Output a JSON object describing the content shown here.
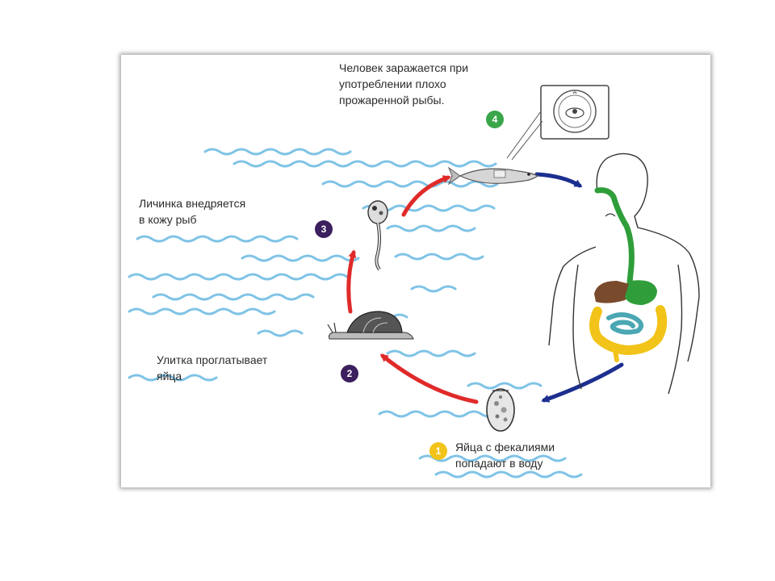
{
  "steps": [
    {
      "number": "1",
      "caption_lines": [
        "Яйца с фекалиями",
        "попадают в воду"
      ],
      "badge_color": "#f2c318"
    },
    {
      "number": "2",
      "caption_lines": [
        "Улитка проглатывает",
        "яйца"
      ],
      "badge_color": "#3b1f5e"
    },
    {
      "number": "3",
      "caption_lines": [
        "Личинка внедряется",
        "в кожу рыб"
      ],
      "badge_color": "#3b1f5e"
    },
    {
      "number": "4",
      "caption_lines": [
        "Человек заражается при",
        "употреблении плохо",
        "прожаренной рыбы."
      ],
      "badge_color": "#3aa64a"
    }
  ],
  "colors": {
    "water": "#7fc3e6",
    "arrow_red": "#e02a2a",
    "arrow_blue": "#1c2f8f",
    "gut_green": "#2f9e3a",
    "intestine_yellow": "#f2c318",
    "intestine_teal": "#4aa7b3",
    "liver_brown": "#7a4a2c",
    "outline": "#333333"
  },
  "icons": [
    "egg-icon",
    "snail-icon",
    "larva-icon",
    "fish-icon",
    "cyst-icon",
    "human-body-icon"
  ]
}
